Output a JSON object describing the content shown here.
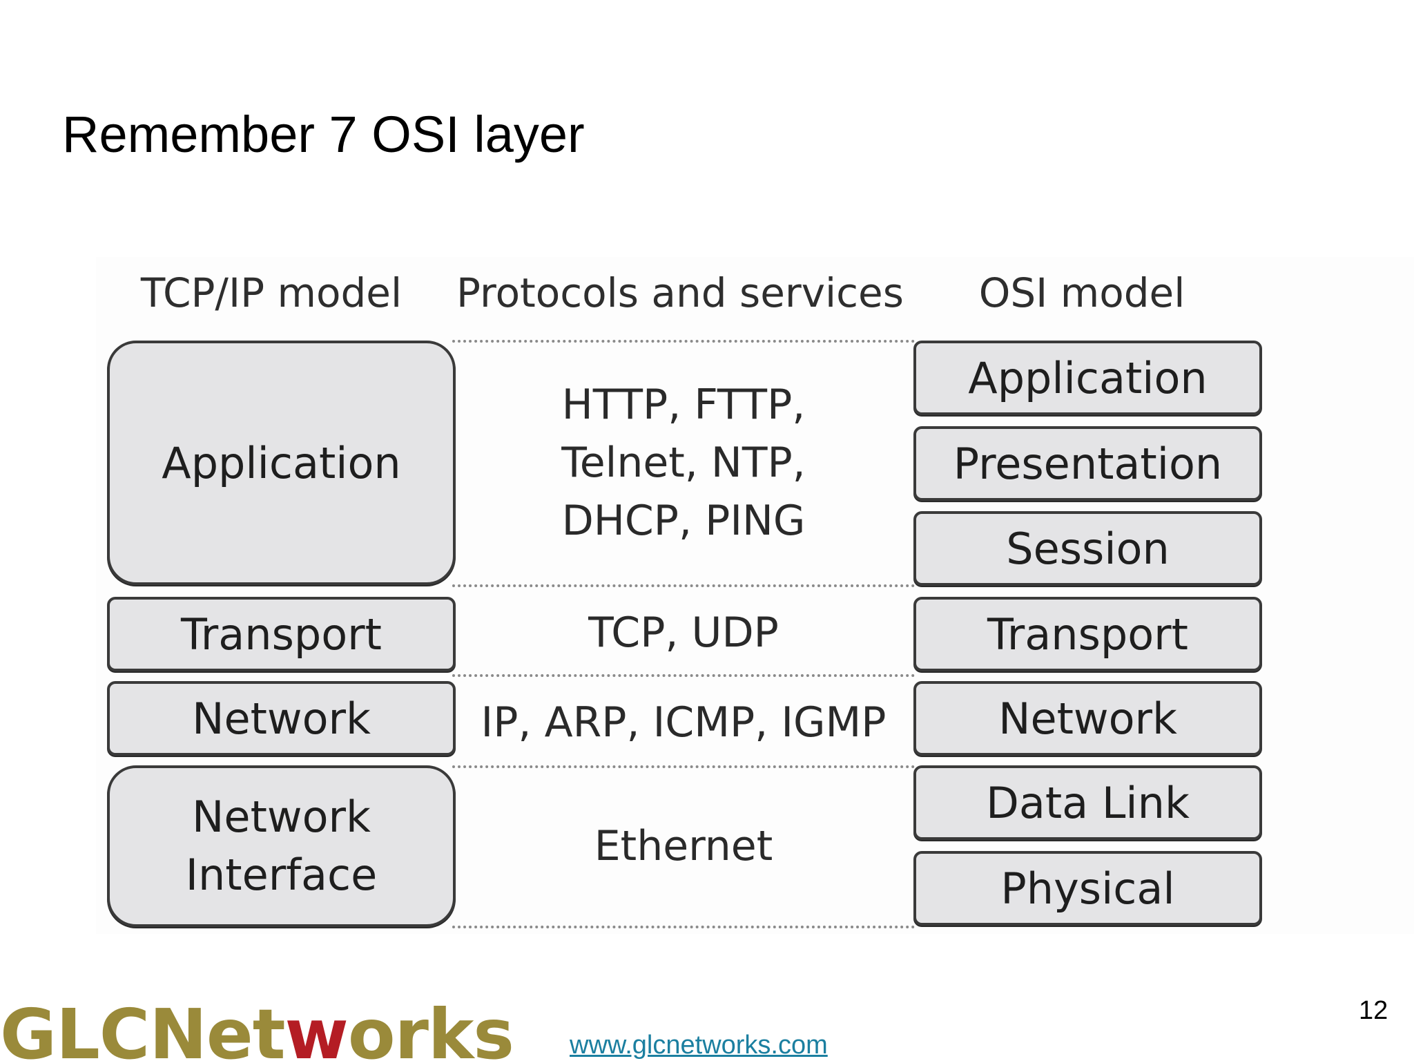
{
  "slide": {
    "title": "Remember 7 OSI layer",
    "page_number": "12",
    "link": "www.glcnetworks.com"
  },
  "logo": {
    "part1": "GLCNet",
    "accent": "w",
    "part2": "orks",
    "colors": {
      "main": "#9a8a3a",
      "accent": "#b41d24"
    }
  },
  "diagram": {
    "headers": {
      "tcpip": "TCP/IP model",
      "protocols": "Protocols and services",
      "osi": "OSI model"
    },
    "tcpip_layers": [
      "Application",
      "Transport",
      "Network",
      "Network\nInterface"
    ],
    "protocols": [
      "HTTP, FTTP,\nTelnet, NTP,\nDHCP, PING",
      "TCP, UDP",
      "IP, ARP, ICMP, IGMP",
      "Ethernet"
    ],
    "osi_layers": [
      "Application",
      "Presentation",
      "Session",
      "Transport",
      "Network",
      "Data Link",
      "Physical"
    ]
  }
}
